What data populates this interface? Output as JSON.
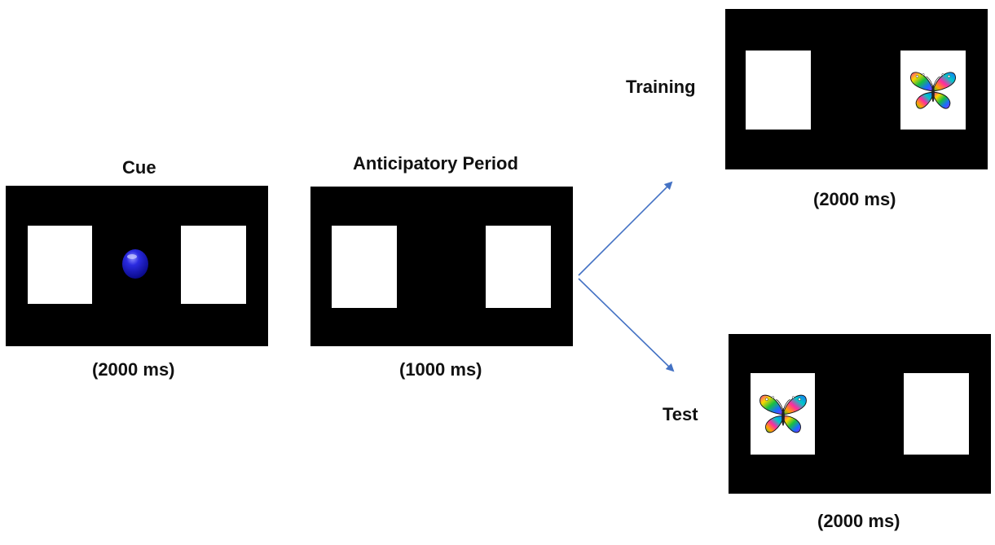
{
  "cue": {
    "title": "Cue",
    "duration": "(2000 ms)"
  },
  "anticipatory": {
    "title": "Anticipatory Period",
    "duration": "(1000 ms)"
  },
  "training": {
    "title": "Training",
    "duration": "(2000 ms)"
  },
  "test": {
    "title": "Test",
    "duration": "(2000 ms)"
  },
  "colors": {
    "screen": "#000000",
    "box": "#ffffff",
    "cue_ball": "#1c1ccc",
    "arrow": "#4472c4"
  },
  "icons": {
    "cue_stimulus": "blue-ball-icon",
    "target_stimulus": "butterfly-icon"
  }
}
